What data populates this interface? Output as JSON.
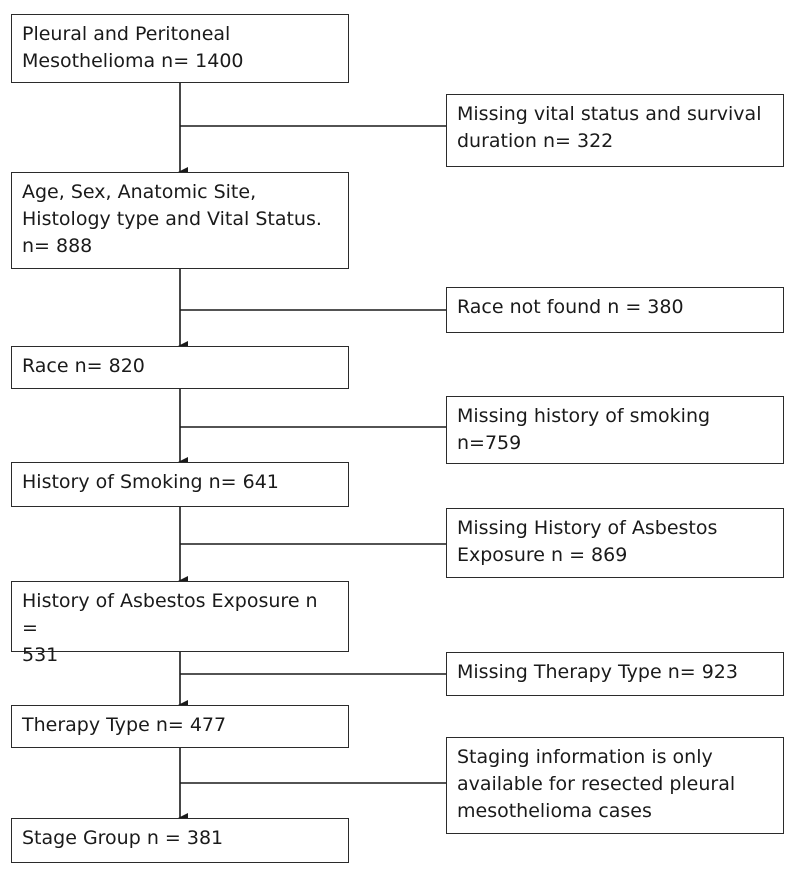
{
  "main_boxes": [
    {
      "text": "Pleural and Peritoneal\nMesothelioma  n= 1400"
    },
    {
      "text": "Age, Sex, Anatomic Site,\nHistology type and Vital Status.\nn= 888"
    },
    {
      "text": "Race n= 820"
    },
    {
      "text": "History of Smoking  n= 641"
    },
    {
      "text": "History of Asbestos Exposure n =\n531"
    },
    {
      "text": "Therapy Type n= 477"
    },
    {
      "text": "Stage Group  n = 381"
    }
  ],
  "exclusion_boxes": [
    {
      "text": "Missing vital status and survival\nduration n= 322"
    },
    {
      "text": "Race not found n = 380"
    },
    {
      "text": "Missing history of smoking\nn=759"
    },
    {
      "text": "Missing History of Asbestos\nExposure n = 869"
    },
    {
      "text": "Missing Therapy Type  n= 923"
    },
    {
      "text": "Staging information is only\navailable for resected  pleural\nmesothelioma cases"
    }
  ]
}
